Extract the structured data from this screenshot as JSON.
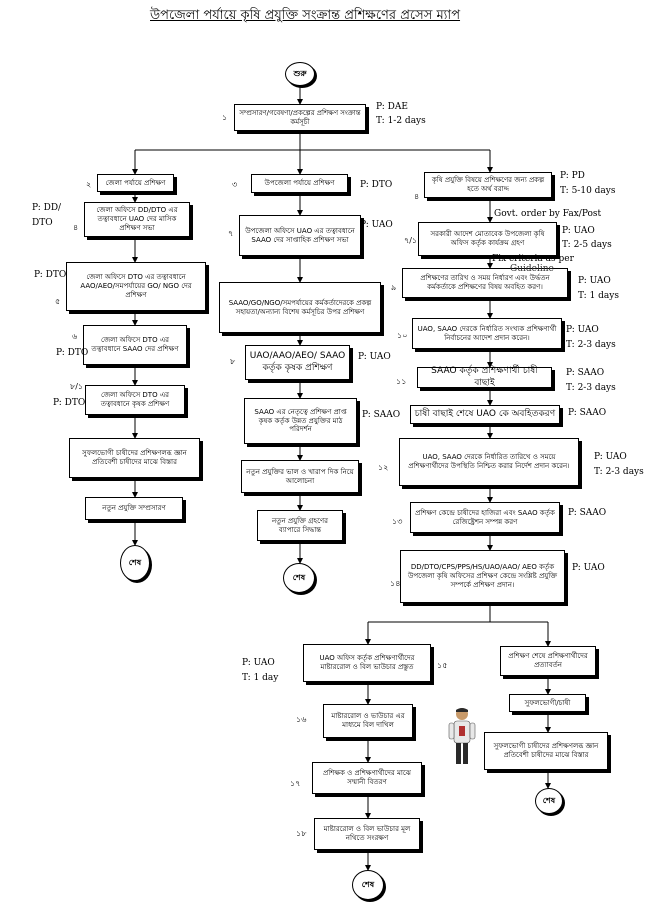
{
  "title": "উপজেলা পর্যায়ে কৃষি প্রযুক্তি সংক্রান্ত প্রশিক্ষণের প্রসেস ম্যাপ",
  "start": "শুরু",
  "end": "শেষ",
  "boxes": {
    "b1": "সম্প্রসারণ/গবেষণা/প্রকল্পের প্রশিক্ষণ সংক্রান্ত কর্মসূচী",
    "b2": "জেলা পর্যায়ে প্রশিক্ষণ",
    "b3": "উপজেলা পর্যায়ে প্রশিক্ষণ",
    "b4": "কৃষি প্রযুক্তি বিষয়ে প্রশিক্ষণের জন্য প্রকল্প হতে অর্থ বরাদ্দ",
    "l1": "জেলা অফিসে DD/DTO এর তত্বাবধানে UAO দের মাসিক প্রশিক্ষণ সভা",
    "l2": "জেলা অফিসে DTO এর তত্বাবধানে AAO/AEO/সমপর্যায়ের GO/ NGO দের প্রশিক্ষণ",
    "l3": "জেলা অফিসে DTO এর তত্বাবধানে SAAO দের প্রশিক্ষণ",
    "l4": "জেলা অফিসে DTO এর তত্বাবধানে কৃষক প্রশিক্ষণ",
    "l5": "সুফলভোগী চাষীদের প্রশিক্ষণলব্ধ জ্ঞান প্রতিবেশী চাষীদের মাঝে বিস্তার",
    "l6": "নতুন প্রযুক্তি সম্প্রসারণ",
    "m1": "উপজেলা অফিসে UAO এর তত্বাবধানে SAAO দের সাপ্তাহিক প্রশিক্ষণ সভা",
    "m2": "SAAO/GO/NGO/সমপর্যায়ের কর্মকর্তাদেরকে প্রকল্প সহায়তা/অন্যান্য বিশেষ কর্মসূচির উপর প্রশিক্ষণ",
    "m3": "UAO/AAO/AEO/ SAAO কর্তৃক কৃষক প্রশিক্ষণ",
    "m4": "SAAO এর নেতৃত্বে প্রশিক্ষণ প্রাপ্ত কৃষক কর্তৃক উন্নত প্রযুক্তির মাঠ পরিদর্শন",
    "m5": "নতুন প্রযুক্তির ভাল ও খারাপ দিক নিয়ে আলোচনা",
    "m6": "নতুন প্রযুক্তি গ্রহণের ব্যাপারে সিদ্ধান্ত",
    "r1": "সরকারী আদেশ মোতাবেক উপজেলা কৃষি অফিস কর্তৃক কার্যক্রম গ্রহণ",
    "r2": "প্রশিক্ষণের তারিখ ও সময় নির্ধারণ এবং উর্দ্ধতন কর্মকর্তাকে প্রশিক্ষণের বিষয় অবহিত করণ।",
    "r3": "UAO, SAAO দেরকে নির্ধারিত সংখ্যক প্রশিক্ষণার্থী নির্বাচনের আদেশ প্রদান করেন।",
    "r4": "SAAO কর্তৃক প্রশিক্ষণার্থী চাষী বাছাই",
    "r5": "চাষী বাছাই শেষে UAO কে অবহিতকরণ",
    "r6": "UAO, SAAO দেরকে নির্ধারিত তারিখে ও সময়ে প্রশিক্ষণার্থীদের উপস্থিতি নিশ্চিত করার নির্দেশ প্রদান করেন।",
    "r7": "প্রশিক্ষণ কেন্দ্রে চাষীদের হাজিরা এবং SAAO কর্তৃক রেজিষ্ট্রেশন সম্পন্ন করণ",
    "r8": "DD/DTO/CPS/PPS/HS/UAO/AAO/ AEO কর্তৃক উপজেলা কৃষি অফিসের প্রশিক্ষণ কেন্দ্রে সংশ্লিষ্ট প্রযুক্তি সম্পর্কে প্রশিক্ষণ প্রদান।",
    "s1": "UAO অফিস কর্তৃক প্রশিক্ষণার্থীদের মাষ্টাররোল ও বিল ভাউচার প্রস্তুত",
    "s2": "মাষ্টাররোল ও ভাউচার এর মাধ্যমে বিল দাখিল",
    "s3": "প্রশিক্ষক ও প্রশিক্ষণার্থীদের মাঝে সম্মানী বিতরণ",
    "s4": "মাষ্টাররোল ও বিল ভাউচার মূল নথিতে সংরক্ষণ",
    "t1": "প্রশিক্ষণ শেষে প্রশিক্ষণার্থীদের প্রত্যাবর্তন",
    "t2": "সুফলভোগী/চাষী",
    "t3": "সুফলভোগী চাষীদের প্রশিক্ষণলব্ধ জ্ঞান প্রতিবেশী চাষীদের মাঝে বিস্তার"
  },
  "labels": {
    "b1_p": "P: DAE",
    "b1_t": "T: 1-2 days",
    "b3_p": "P: DTO",
    "b4_p": "P: PD",
    "b4_t": "T: 5-10 days",
    "l1_p": "P: DD/",
    "l1_p2": "DTO",
    "l2_p": "P: DTO",
    "l3_p": "P: DTO",
    "l4_p": "P: DTO",
    "m1_p": "P: UAO",
    "m3_p": "P: UAO",
    "m4_p": "P: SAAO",
    "govt": "Govt. order by Fax/Post",
    "r1_p": "P: UAO",
    "r1_t": "T: 2-5 days",
    "fix": "Fix criteria as per",
    "guideline": "Guideline",
    "r2_p": "P: UAO",
    "r2_t": "T: 1 days",
    "r3_p": "P: UAO",
    "r3_t": "T: 2-3 days",
    "r4_p": "P: SAAO",
    "r4_t": "T: 2-3 days",
    "r5_p": "P: SAAO",
    "r6_p": "P: UAO",
    "r6_t": "T: 2-3 days",
    "r7_p": "P: SAAO",
    "r8_p": "P: UAO",
    "s1_p": "P: UAO",
    "s1_t": "T: 1 day"
  },
  "nums": {
    "n1": "১",
    "n2": "২",
    "n3": "৩",
    "n4": "৪",
    "n5": "৫",
    "n6": "৬",
    "n7": "৭",
    "n8": "৮",
    "n81": "৮/১",
    "n71": "৭/১",
    "n9": "৯",
    "n10": "১০",
    "n11": "১১",
    "n12": "১২",
    "n13": "১৩",
    "n14": "১৪",
    "n15": "১৫",
    "n16": "১৬",
    "n17": "১৭",
    "n18": "১৮"
  },
  "colors": {
    "line": "#000000",
    "shirt": "#e8e8e8",
    "skin": "#c89a6a",
    "pants": "#2a2a2a"
  }
}
